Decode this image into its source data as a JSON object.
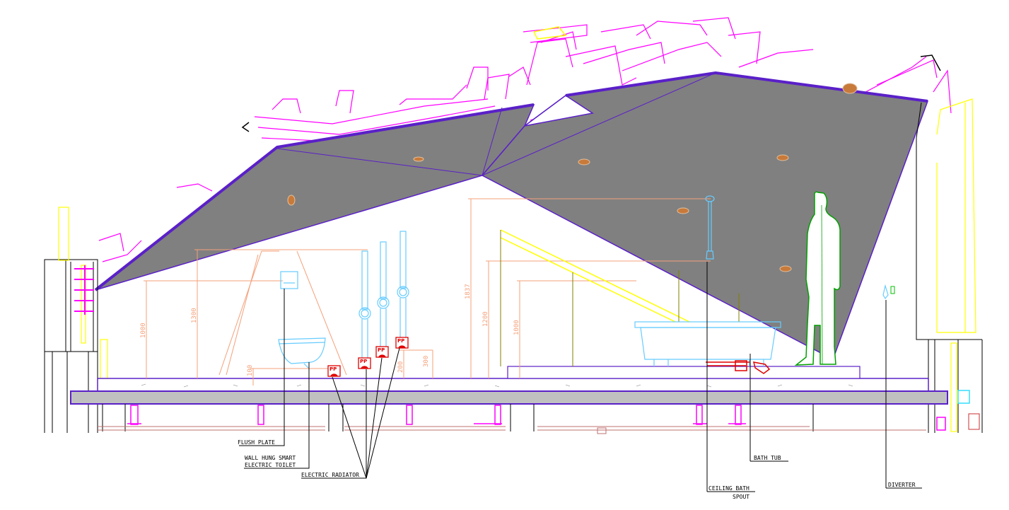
{
  "colors": {
    "roof_fill": "#808080",
    "roof_edge": "#5a20c8",
    "magenta": "#ff00ff",
    "yellow": "#ffff00",
    "cyan": "#66ccff",
    "dimension": "#f4a07a",
    "fixture": "#e00000",
    "figure": "#00a000",
    "olive": "#808000",
    "light": "#c87a3a",
    "slab": "#c0c0c0"
  },
  "labels": {
    "flush_plate": "FLUSH PLATE",
    "toilet_line1": "WALL HUNG SMART",
    "toilet_line2": "ELECTRIC TOILET",
    "radiator": "ELECTRIC RADIATOR",
    "spout_line1": "CEILING BATH",
    "spout_line2": "SPOUT",
    "bath_tub": "BATH TUB",
    "diverter": "DIVERTER"
  },
  "dimensions": {
    "flush_1000": "1000",
    "flush_1300": "1300",
    "toilet_100": "100",
    "radiator_200": "200",
    "radiator_300": "300",
    "spout_1837": "1837",
    "spout_1200": "1200",
    "bath_1000": "1000"
  },
  "badges": {
    "pp": "PP"
  },
  "icons": {
    "ceiling_light": "ceiling-light-icon",
    "person": "person-silhouette-icon",
    "radiator_socket": "pp-socket-icon"
  }
}
